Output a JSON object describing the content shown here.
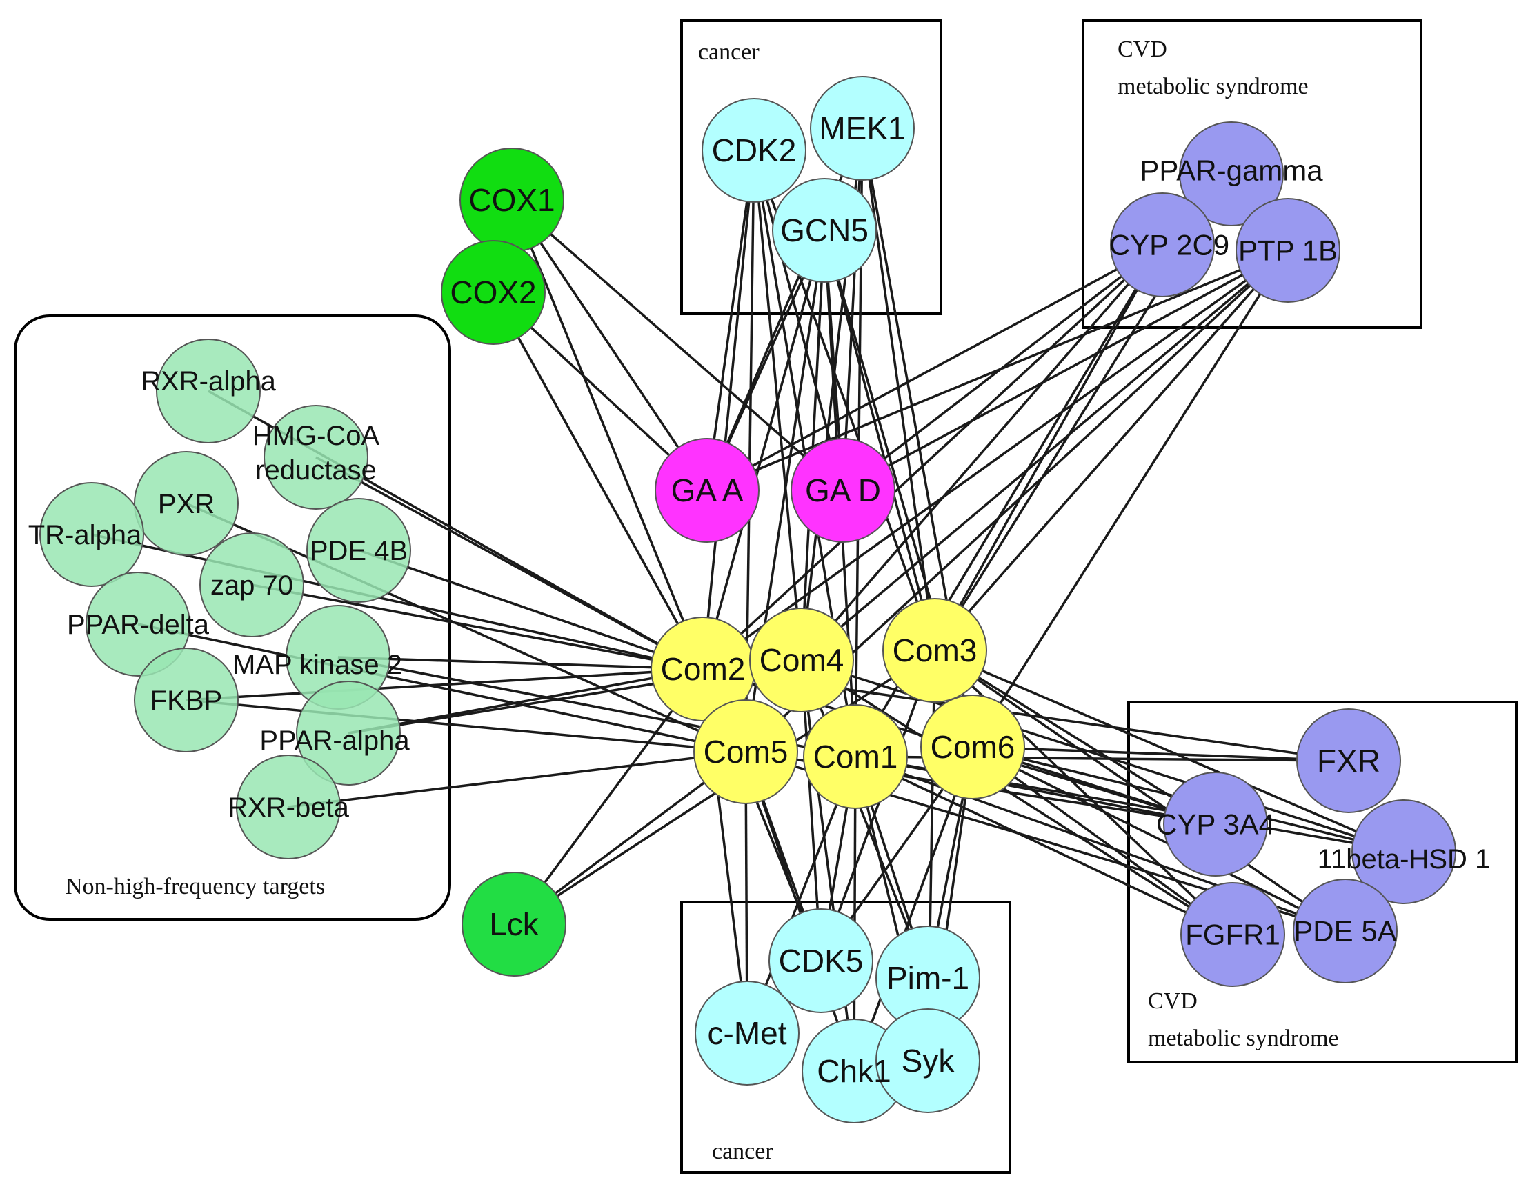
{
  "colors": {
    "compound": "#ffff66",
    "ga": "#ff33ff",
    "cox": "#11dd11",
    "lck": "#22dd44",
    "cancer_target": "#b3ffff",
    "cvd_target": "#9999f0",
    "nonhigh_target": "#99e6b3",
    "edge": "#1a1a1a",
    "node_stroke": "#555555"
  },
  "groups": {
    "cancer_top": {
      "label": "cancer"
    },
    "cvd_top": {
      "label_line1": "CVD",
      "label_line2": "metabolic syndrome"
    },
    "nonhigh": {
      "label": "Non-high-frequency targets"
    },
    "cvd_bottom": {
      "label_line1": "CVD",
      "label_line2": "metabolic syndrome"
    },
    "cancer_bottom": {
      "label": "cancer"
    }
  },
  "nodes": [
    {
      "id": "com2",
      "label": "Com2",
      "kind": "compound"
    },
    {
      "id": "com4",
      "label": "Com4",
      "kind": "compound"
    },
    {
      "id": "com3",
      "label": "Com3",
      "kind": "compound"
    },
    {
      "id": "com5",
      "label": "Com5",
      "kind": "compound"
    },
    {
      "id": "com1",
      "label": "Com1",
      "kind": "compound"
    },
    {
      "id": "com6",
      "label": "Com6",
      "kind": "compound"
    },
    {
      "id": "gaa",
      "label": "GA A",
      "kind": "ga"
    },
    {
      "id": "gad",
      "label": "GA D",
      "kind": "ga"
    },
    {
      "id": "cox1",
      "label": "COX1",
      "kind": "cox"
    },
    {
      "id": "cox2",
      "label": "COX2",
      "kind": "cox"
    },
    {
      "id": "lck",
      "label": "Lck",
      "kind": "lck"
    },
    {
      "id": "cdk2",
      "label": "CDK2",
      "kind": "cancer_target"
    },
    {
      "id": "mek1",
      "label": "MEK1",
      "kind": "cancer_target"
    },
    {
      "id": "gcn5",
      "label": "GCN5",
      "kind": "cancer_target"
    },
    {
      "id": "pparg",
      "label": "PPAR-gamma",
      "kind": "cvd_target"
    },
    {
      "id": "cyp2c9",
      "label": "CYP 2C9",
      "kind": "cvd_target"
    },
    {
      "id": "ptp1b",
      "label": "PTP 1B",
      "kind": "cvd_target"
    },
    {
      "id": "rxra",
      "label": "RXR-alpha",
      "kind": "nonhigh_target"
    },
    {
      "id": "hmg",
      "label": "HMG-CoA",
      "label2": "reductase",
      "kind": "nonhigh_target"
    },
    {
      "id": "pxr",
      "label": "PXR",
      "kind": "nonhigh_target"
    },
    {
      "id": "tra",
      "label": "TR-alpha",
      "kind": "nonhigh_target"
    },
    {
      "id": "pde4b",
      "label": "PDE 4B",
      "kind": "nonhigh_target"
    },
    {
      "id": "zap70",
      "label": "zap 70",
      "kind": "nonhigh_target"
    },
    {
      "id": "ppard",
      "label": "PPAR-delta",
      "kind": "nonhigh_target"
    },
    {
      "id": "mapk2",
      "label": "MAP kinase 2",
      "kind": "nonhigh_target"
    },
    {
      "id": "fkbp",
      "label": "FKBP",
      "kind": "nonhigh_target"
    },
    {
      "id": "ppara",
      "label": "PPAR-alpha",
      "kind": "nonhigh_target"
    },
    {
      "id": "rxrb",
      "label": "RXR-beta",
      "kind": "nonhigh_target"
    },
    {
      "id": "fxr",
      "label": "FXR",
      "kind": "cvd_target"
    },
    {
      "id": "cyp3a4",
      "label": "CYP 3A4",
      "kind": "cvd_target"
    },
    {
      "id": "hsd1",
      "label": "11beta-HSD 1",
      "kind": "cvd_target"
    },
    {
      "id": "fgfr1",
      "label": "FGFR1",
      "kind": "cvd_target"
    },
    {
      "id": "pde5a",
      "label": "PDE 5A",
      "kind": "cvd_target"
    },
    {
      "id": "cdk5",
      "label": "CDK5",
      "kind": "cancer_target"
    },
    {
      "id": "pim1",
      "label": "Pim-1",
      "kind": "cancer_target"
    },
    {
      "id": "cmet",
      "label": "c-Met",
      "kind": "cancer_target"
    },
    {
      "id": "chk1",
      "label": "Chk1",
      "kind": "cancer_target"
    },
    {
      "id": "syk",
      "label": "Syk",
      "kind": "cancer_target"
    }
  ],
  "edges": [
    [
      "gaa",
      "cox1"
    ],
    [
      "gaa",
      "cox2"
    ],
    [
      "gaa",
      "cdk2"
    ],
    [
      "gaa",
      "gcn5"
    ],
    [
      "gaa",
      "mek1"
    ],
    [
      "gaa",
      "cyp2c9"
    ],
    [
      "gaa",
      "ptp1b"
    ],
    [
      "gad",
      "cox1"
    ],
    [
      "gad",
      "cdk2"
    ],
    [
      "gad",
      "gcn5"
    ],
    [
      "gad",
      "mek1"
    ],
    [
      "gad",
      "cyp2c9"
    ],
    [
      "gad",
      "ptp1b"
    ],
    [
      "com2",
      "cox1"
    ],
    [
      "com2",
      "cox2"
    ],
    [
      "com2",
      "cdk2"
    ],
    [
      "com2",
      "gcn5"
    ],
    [
      "com2",
      "cyp2c9"
    ],
    [
      "com2",
      "ptp1b"
    ],
    [
      "com2",
      "lck"
    ],
    [
      "com2",
      "cdk5"
    ],
    [
      "com2",
      "cmet"
    ],
    [
      "com2",
      "rxra"
    ],
    [
      "com2",
      "hmg"
    ],
    [
      "com2",
      "pde4b"
    ],
    [
      "com2",
      "zap70"
    ],
    [
      "com2",
      "tra"
    ],
    [
      "com2",
      "mapk2"
    ],
    [
      "com2",
      "fkbp"
    ],
    [
      "com2",
      "ppara"
    ],
    [
      "com2",
      "fxr"
    ],
    [
      "com2",
      "cyp3a4"
    ],
    [
      "com4",
      "cdk2"
    ],
    [
      "com4",
      "mek1"
    ],
    [
      "com4",
      "gcn5"
    ],
    [
      "com4",
      "cyp2c9"
    ],
    [
      "com4",
      "ptp1b"
    ],
    [
      "com4",
      "cdk5"
    ],
    [
      "com4",
      "pim1"
    ],
    [
      "com4",
      "chk1"
    ],
    [
      "com4",
      "hsd1"
    ],
    [
      "com4",
      "fgfr1"
    ],
    [
      "com4",
      "ppara"
    ],
    [
      "com3",
      "cdk2"
    ],
    [
      "com3",
      "mek1"
    ],
    [
      "com3",
      "gcn5"
    ],
    [
      "com3",
      "cyp2c9"
    ],
    [
      "com3",
      "ptp1b"
    ],
    [
      "com3",
      "pparg"
    ],
    [
      "com3",
      "cdk5"
    ],
    [
      "com3",
      "syk"
    ],
    [
      "com3",
      "cyp3a4"
    ],
    [
      "com3",
      "hsd1"
    ],
    [
      "com3",
      "pde5a"
    ],
    [
      "com3",
      "fgfr1"
    ],
    [
      "com3",
      "lck"
    ],
    [
      "com5",
      "cdk2"
    ],
    [
      "com5",
      "gcn5"
    ],
    [
      "com5",
      "ptp1b"
    ],
    [
      "com5",
      "lck"
    ],
    [
      "com5",
      "cdk5"
    ],
    [
      "com5",
      "chk1"
    ],
    [
      "com5",
      "cmet"
    ],
    [
      "com5",
      "rxrb"
    ],
    [
      "com5",
      "pxr"
    ],
    [
      "com5",
      "ppard"
    ],
    [
      "com5",
      "fkbp"
    ],
    [
      "com5",
      "cyp3a4"
    ],
    [
      "com5",
      "pde5a"
    ],
    [
      "com1",
      "cdk2"
    ],
    [
      "com1",
      "mek1"
    ],
    [
      "com1",
      "gcn5"
    ],
    [
      "com1",
      "cyp2c9"
    ],
    [
      "com1",
      "cdk5"
    ],
    [
      "com1",
      "pim1"
    ],
    [
      "com1",
      "chk1"
    ],
    [
      "com1",
      "syk"
    ],
    [
      "com1",
      "cmet"
    ],
    [
      "com1",
      "fxr"
    ],
    [
      "com1",
      "cyp3a4"
    ],
    [
      "com1",
      "hsd1"
    ],
    [
      "com1",
      "fgfr1"
    ],
    [
      "com1",
      "pde5a"
    ],
    [
      "com1",
      "mapk2"
    ],
    [
      "com6",
      "gcn5"
    ],
    [
      "com6",
      "mek1"
    ],
    [
      "com6",
      "ptp1b"
    ],
    [
      "com6",
      "pim1"
    ],
    [
      "com6",
      "syk"
    ],
    [
      "com6",
      "chk1"
    ],
    [
      "com6",
      "cdk5"
    ],
    [
      "com6",
      "fxr"
    ],
    [
      "com6",
      "cyp3a4"
    ],
    [
      "com6",
      "hsd1"
    ],
    [
      "com6",
      "fgfr1"
    ],
    [
      "com6",
      "pde5a"
    ]
  ]
}
